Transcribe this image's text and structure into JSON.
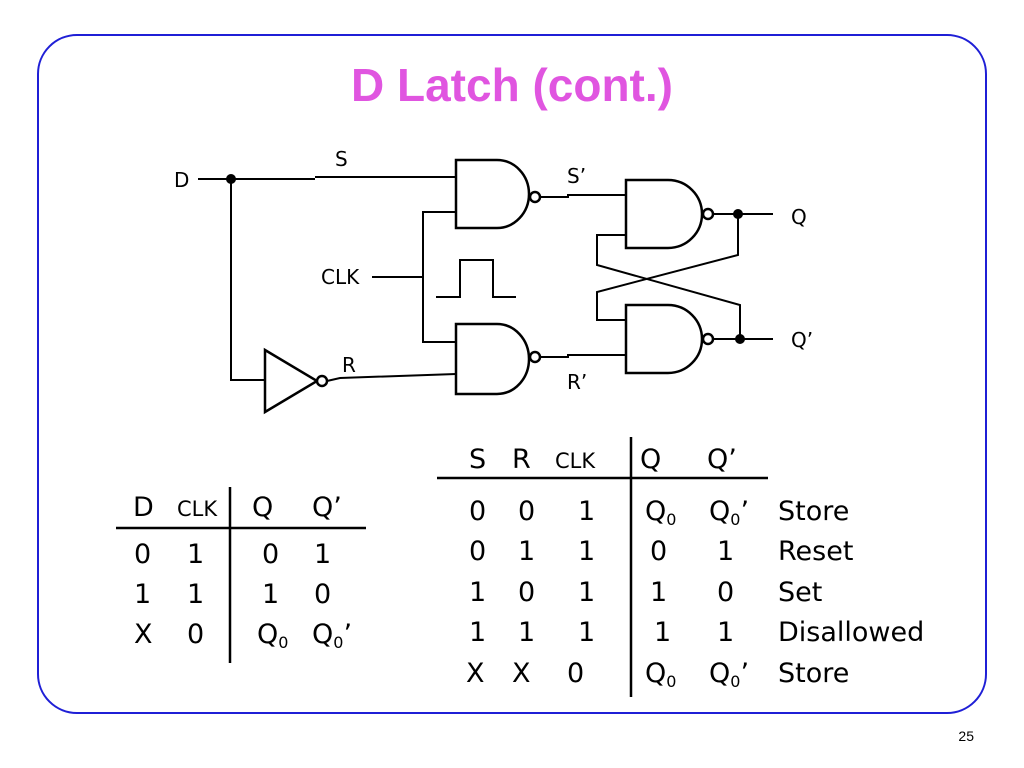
{
  "slide": {
    "title": "D Latch (cont.)",
    "page_number": "25",
    "frame_color": "#1f1fd6",
    "title_color": "#e055e0"
  },
  "circuit": {
    "labels": {
      "d": "D",
      "s": "S",
      "clk": "CLK",
      "r": "R",
      "s_prime": "S’",
      "r_prime": "R’",
      "q": "Q",
      "q_prime": "Q’"
    },
    "gates": [
      {
        "type": "inverter",
        "name": "inverter-gate"
      },
      {
        "type": "nand",
        "name": "nand-gate-s"
      },
      {
        "type": "nand",
        "name": "nand-gate-r"
      },
      {
        "type": "nand",
        "name": "nand-gate-q"
      },
      {
        "type": "nand",
        "name": "nand-gate-qprime"
      }
    ],
    "clock_waveform": "clock-pulse-icon"
  },
  "left_table": {
    "headers": [
      "D",
      "CLK",
      "Q",
      "Q’"
    ],
    "rows": [
      {
        "d": "0",
        "clk": "1",
        "q": "0",
        "qp": "1"
      },
      {
        "d": "1",
        "clk": "1",
        "q": "1",
        "qp": "0"
      },
      {
        "d": "X",
        "clk": "0",
        "q": "Q",
        "q_sub": "0",
        "qp": "Q",
        "qp_sub": "0",
        "qp_suffix": "’"
      }
    ]
  },
  "right_table": {
    "headers": [
      "S",
      "R",
      "CLK",
      "Q",
      "Q’"
    ],
    "rows": [
      {
        "s": "0",
        "r": "0",
        "clk": "1",
        "q": "Q",
        "q_sub": "0",
        "qp": "Q",
        "qp_sub": "0",
        "qp_suffix": "’",
        "desc": "Store"
      },
      {
        "s": "0",
        "r": "1",
        "clk": "1",
        "q": "0",
        "qp": "1",
        "desc": "Reset"
      },
      {
        "s": "1",
        "r": "0",
        "clk": "1",
        "q": "1",
        "qp": "0",
        "desc": "Set"
      },
      {
        "s": "1",
        "r": "1",
        "clk": "1",
        "q": "1",
        "qp": "1",
        "desc": "Disallowed"
      },
      {
        "s": "X",
        "r": "X",
        "clk": "0",
        "q": "Q",
        "q_sub": "0",
        "qp": "Q",
        "qp_sub": "0",
        "qp_suffix": "’",
        "desc": "Store"
      }
    ]
  }
}
